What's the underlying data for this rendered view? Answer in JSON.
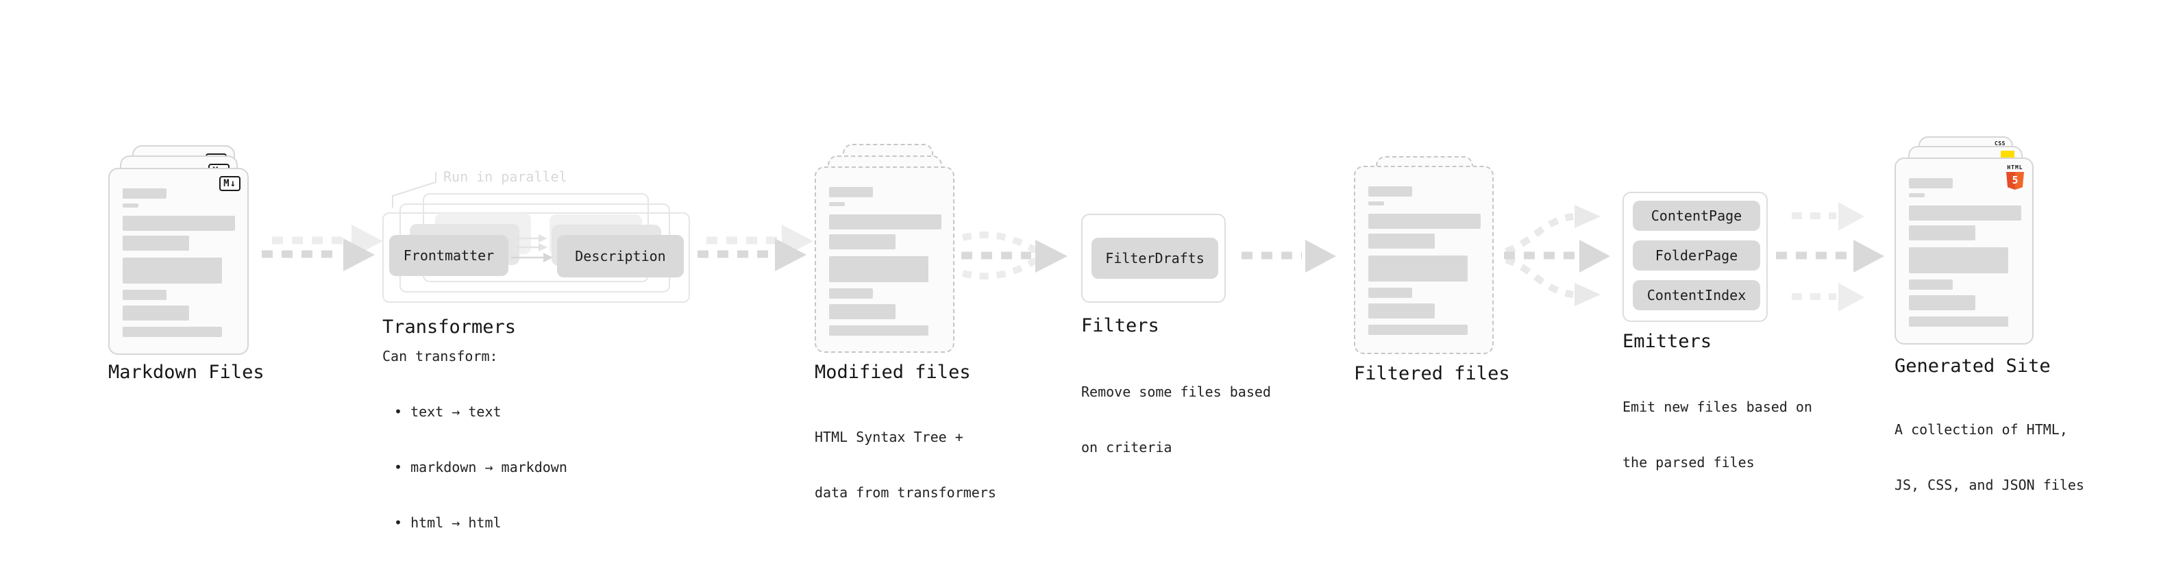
{
  "diagram": {
    "markdown_files": {
      "label": "Markdown Files",
      "badge": "M↓"
    },
    "transformers": {
      "label": "Transformers",
      "parallel_note": "Run in parallel",
      "box1": "Frontmatter",
      "box2": "Description",
      "intro": "Can transform:",
      "bullet1": "• text → text",
      "bullet2": "• markdown → markdown",
      "bullet3": "• html → html"
    },
    "modified_files": {
      "label": "Modified files",
      "desc1": "HTML Syntax Tree +",
      "desc2": "data from transformers"
    },
    "filters": {
      "label": "Filters",
      "box1": "FilterDrafts",
      "desc1": "Remove some files based",
      "desc2": "on criteria"
    },
    "filtered_files": {
      "label": "Filtered files"
    },
    "emitters": {
      "label": "Emitters",
      "box1": "ContentPage",
      "box2": "FolderPage",
      "box3": "ContentIndex",
      "desc1": "Emit new files based on",
      "desc2": "the parsed files"
    },
    "generated_site": {
      "label": "Generated Site",
      "desc1": "A collection of HTML,",
      "desc2": "JS, CSS, and JSON files",
      "badge_html_word": "HTML",
      "badge_html_number": "5",
      "badge_css": "CSS"
    }
  },
  "colors": {
    "background": "#ffffff",
    "card_fill": "#fbfbfb",
    "card_border": "#d6d6d6",
    "dashed_border": "#c6c6c6",
    "placeholder_bar": "#d9d9d9",
    "box_fill": "#d9d9d9",
    "panel_border": "#dedede",
    "arrow_dark": "#d9d9d9",
    "arrow_light": "#ececec",
    "muted_note": "#d8d8d8",
    "text": "#1c1c1c",
    "html5_orange": "#e44d26",
    "html5_orange_light": "#f16529",
    "js_yellow": "#ffdd00",
    "css_blue": "#2e66f5"
  }
}
